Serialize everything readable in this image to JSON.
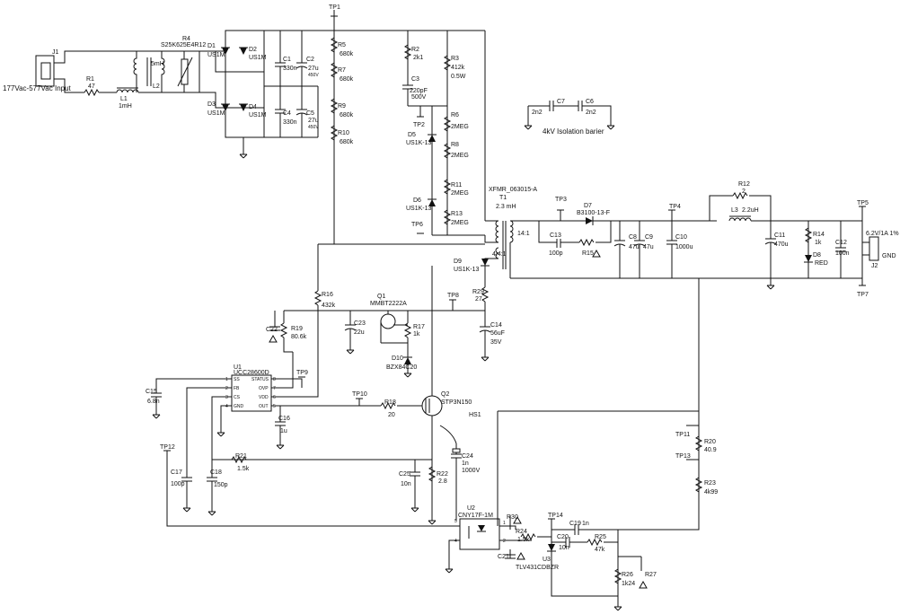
{
  "input": {
    "label": "177Vac-577Vac Input",
    "connector": "J1"
  },
  "testpoints": [
    "TP1",
    "TP2",
    "TP3",
    "TP4",
    "TP5",
    "TP6",
    "TP7",
    "TP8",
    "TP9",
    "TP10",
    "TP11",
    "TP12",
    "TP13",
    "TP14"
  ],
  "isolation": {
    "label": "4kV Isolation barier"
  },
  "transformer": {
    "ref": "T1",
    "part": "XFMR_063015-A",
    "value": "2.3 mH",
    "ratio1": "14:1",
    "ratio2": "4.4:1"
  },
  "output": {
    "label": "6.2V/1A 1%",
    "gnd": "GND",
    "connector": "J2"
  },
  "ic": {
    "ref": "U1",
    "part": "UCC28600D",
    "pins_left": [
      "SS",
      "FB",
      "CS",
      "GND"
    ],
    "pins_right": [
      "STATUS",
      "OVP",
      "VDD",
      "OUT"
    ],
    "pin_numbers_left": [
      "1",
      "2",
      "3",
      "4"
    ],
    "pin_numbers_right": [
      "8",
      "7",
      "6",
      "5"
    ]
  },
  "components": [
    {
      "ref": "R4",
      "value": "S25K625E4R12"
    },
    {
      "ref": "R1",
      "value": "47"
    },
    {
      "ref": "L1",
      "value": "1mH"
    },
    {
      "ref": "L2",
      "value": "5mH"
    },
    {
      "ref": "D1",
      "value": "US1M"
    },
    {
      "ref": "D2",
      "value": "US1M"
    },
    {
      "ref": "D3",
      "value": "US1M"
    },
    {
      "ref": "D4",
      "value": "US1M"
    },
    {
      "ref": "C1",
      "value": "330n"
    },
    {
      "ref": "C2",
      "value": "27u",
      "rating": "450V"
    },
    {
      "ref": "C4",
      "value": "330n"
    },
    {
      "ref": "C5",
      "value": "27u",
      "rating": "450V"
    },
    {
      "ref": "R5",
      "value": "680k"
    },
    {
      "ref": "R7",
      "value": "680k"
    },
    {
      "ref": "R9",
      "value": "680k"
    },
    {
      "ref": "R10",
      "value": "680k"
    },
    {
      "ref": "R2",
      "value": "2k1"
    },
    {
      "ref": "C3",
      "value": "220pF",
      "rating": "500V"
    },
    {
      "ref": "R3",
      "value": "412k",
      "rating": "0.5W"
    },
    {
      "ref": "R6",
      "value": "2MEG"
    },
    {
      "ref": "R8",
      "value": "2MEG"
    },
    {
      "ref": "R11",
      "value": "2MEG"
    },
    {
      "ref": "R13",
      "value": "2MEG"
    },
    {
      "ref": "D5",
      "value": "US1K-13"
    },
    {
      "ref": "D6",
      "value": "US1K-13"
    },
    {
      "ref": "D9",
      "value": "US1K-13"
    },
    {
      "ref": "C7",
      "value": "2n2"
    },
    {
      "ref": "C6",
      "value": "2n2"
    },
    {
      "ref": "D7",
      "value": "B3100-13-F"
    },
    {
      "ref": "C13",
      "value": "100p"
    },
    {
      "ref": "R15",
      "value": ""
    },
    {
      "ref": "C8",
      "value": "47u"
    },
    {
      "ref": "C9",
      "value": "47u"
    },
    {
      "ref": "C10",
      "value": "1000u"
    },
    {
      "ref": "R12",
      "value": "2"
    },
    {
      "ref": "L3",
      "value": "2.2uH"
    },
    {
      "ref": "C11",
      "value": "470u"
    },
    {
      "ref": "R14",
      "value": "1k"
    },
    {
      "ref": "D8",
      "value": "RED"
    },
    {
      "ref": "C12",
      "value": "100n"
    },
    {
      "ref": "R29",
      "value": "27"
    },
    {
      "ref": "C14",
      "value": "56uF",
      "rating": "35V"
    },
    {
      "ref": "R16",
      "value": "432k"
    },
    {
      "ref": "Q1",
      "value": "MMBT2222A"
    },
    {
      "ref": "R17",
      "value": "1k"
    },
    {
      "ref": "D10",
      "value": "BZX84C20"
    },
    {
      "ref": "C22",
      "value": ""
    },
    {
      "ref": "R19",
      "value": "80.6k"
    },
    {
      "ref": "C23",
      "value": "22u"
    },
    {
      "ref": "C15",
      "value": "6.8n"
    },
    {
      "ref": "C16",
      "value": "1u"
    },
    {
      "ref": "R18",
      "value": "20"
    },
    {
      "ref": "Q2",
      "value": "STP3N150"
    },
    {
      "ref": "HS1",
      "value": ""
    },
    {
      "ref": "C24",
      "value": "1n",
      "rating": "1000V"
    },
    {
      "ref": "R21",
      "value": "1.5k"
    },
    {
      "ref": "C17",
      "value": "100p"
    },
    {
      "ref": "C18",
      "value": "150p"
    },
    {
      "ref": "C25",
      "value": "10n"
    },
    {
      "ref": "R22",
      "value": "2.8"
    },
    {
      "ref": "U2",
      "value": "CNY17F-1M"
    },
    {
      "ref": "R30",
      "value": ""
    },
    {
      "ref": "R24",
      "value": "1.5k"
    },
    {
      "ref": "C21",
      "value": ""
    },
    {
      "ref": "C19",
      "value": "1n"
    },
    {
      "ref": "C20",
      "value": "10n"
    },
    {
      "ref": "R25",
      "value": "47k"
    },
    {
      "ref": "U3",
      "value": "TLV431CDBZR"
    },
    {
      "ref": "R26",
      "value": "1k24"
    },
    {
      "ref": "R27",
      "value": ""
    },
    {
      "ref": "R20",
      "value": "40.9"
    },
    {
      "ref": "R23",
      "value": "4k99"
    }
  ]
}
